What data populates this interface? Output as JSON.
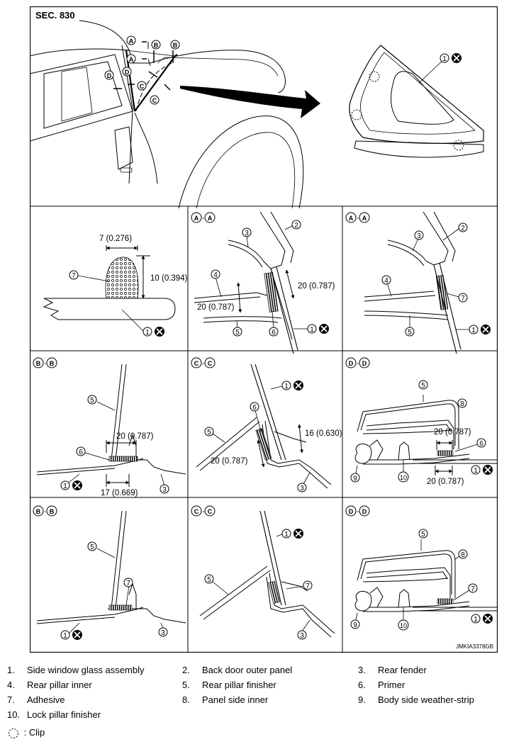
{
  "section": "SEC. 830",
  "ref_code": "JMKIA3378GB",
  "top_markers": {
    "a1": "A",
    "a2": "A",
    "b1": "B",
    "b2": "B",
    "c1": "C",
    "c2": "C",
    "d1": "D",
    "d2": "D"
  },
  "panels": {
    "adhesive_detail": {
      "dim_width": "7 (0.276)",
      "dim_height": "10 (0.394)",
      "callout_adhesive": "7",
      "callout_glass": "1"
    },
    "aa1": {
      "title_left": "A",
      "title_right": "A",
      "dim1": "20 (0.787)",
      "dim2": "20 (0.787)",
      "c2": "2",
      "c3": "3",
      "c4": "4",
      "c5": "5",
      "c6": "6",
      "c1": "1"
    },
    "aa2": {
      "title_left": "A",
      "title_right": "A",
      "c2": "2",
      "c3": "3",
      "c4": "4",
      "c7": "7",
      "c5": "5",
      "c1": "1"
    },
    "bb1": {
      "title_left": "B",
      "title_right": "B",
      "dim1": "20 (0.787)",
      "dim2": "17 (0.669)",
      "c5": "5",
      "c6": "6",
      "c1": "1",
      "c3": "3"
    },
    "cc1": {
      "title_left": "C",
      "title_right": "C",
      "dim1": "16 (0.630)",
      "dim2": "20 (0.787)",
      "c1": "1",
      "c6": "6",
      "c5": "5",
      "c3": "3"
    },
    "dd1": {
      "title_left": "D",
      "title_right": "D",
      "dim1": "20 (0.787)",
      "dim2": "20 (0.787)",
      "c5": "5",
      "c8": "8",
      "c6": "6",
      "c1": "1",
      "c9": "9",
      "c10": "10"
    },
    "bb2": {
      "title_left": "B",
      "title_right": "B",
      "c5": "5",
      "c7": "7",
      "c1": "1",
      "c3": "3"
    },
    "cc2": {
      "title_left": "C",
      "title_right": "C",
      "c1": "1",
      "c5": "5",
      "c7": "7",
      "c3": "3"
    },
    "dd2": {
      "title_left": "D",
      "title_right": "D",
      "c5": "5",
      "c8": "8",
      "c7": "7",
      "c9": "9",
      "c10": "10",
      "c1": "1"
    }
  },
  "legend": [
    [
      {
        "num": "1.",
        "text": "Side window glass assembly"
      },
      {
        "num": "2.",
        "text": "Back door outer panel"
      },
      {
        "num": "3.",
        "text": "Rear fender"
      }
    ],
    [
      {
        "num": "4.",
        "text": "Rear pillar inner"
      },
      {
        "num": "5.",
        "text": "Rear pillar finisher"
      },
      {
        "num": "6.",
        "text": "Primer"
      }
    ],
    [
      {
        "num": "7.",
        "text": "Adhesive"
      },
      {
        "num": "8.",
        "text": "Panel side inner"
      },
      {
        "num": "9.",
        "text": "Body side weather-strip"
      }
    ],
    [
      {
        "num": "10.",
        "text": "Lock pillar finisher"
      }
    ]
  ],
  "clip_label": ": Clip"
}
